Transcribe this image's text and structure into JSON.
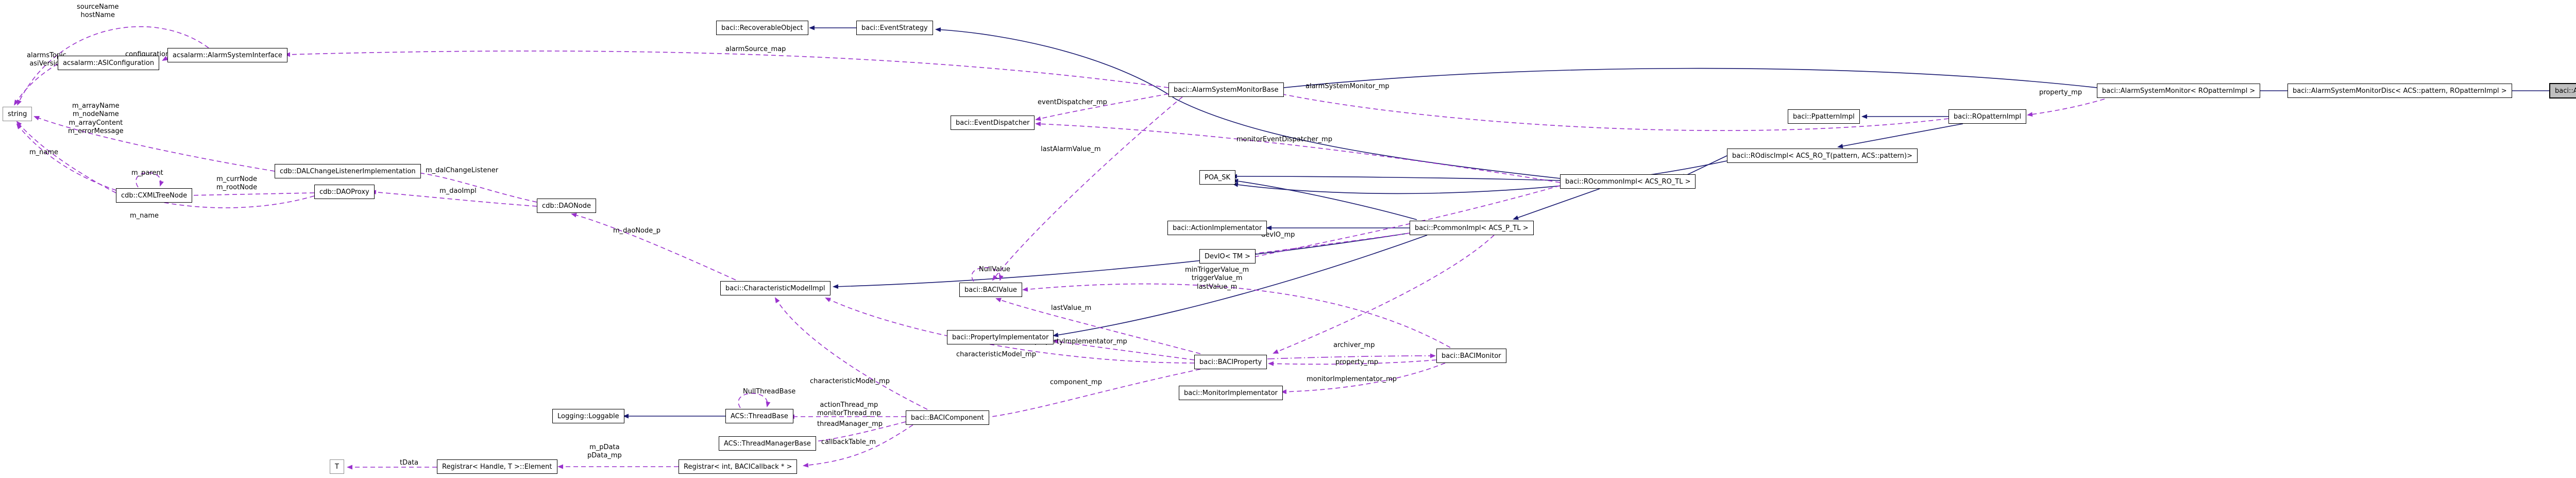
{
  "diagram": {
    "kind": "doxygen-collaboration-graph",
    "highlighted_node": "baci::AlarmSystemMonitorPattern",
    "colors": {
      "inheritance_edge": "#191970",
      "usage_edge": "#9a32cd",
      "node_border": "#000000",
      "node_background": "#ffffff",
      "highlight_background": "#bfbfbf",
      "external_node_border": "#8c8c8c",
      "text": "#000000"
    },
    "nodes": [
      {
        "label": "string",
        "kind": "external"
      },
      {
        "label": "acsalarm::ASIConfiguration",
        "kind": "class"
      },
      {
        "label": "acsalarm::AlarmSystemInterface",
        "kind": "class"
      },
      {
        "label": "baci::RecoverableObject",
        "kind": "class"
      },
      {
        "label": "baci::EventStrategy",
        "kind": "class"
      },
      {
        "label": "baci::AlarmSystemMonitorBase",
        "kind": "class"
      },
      {
        "label": "baci::EventDispatcher",
        "kind": "class"
      },
      {
        "label": "baci::PpatternImpl",
        "kind": "class"
      },
      {
        "label": "baci::ROpatternImpl",
        "kind": "class"
      },
      {
        "label": "baci::AlarmSystemMonitor< ROpatternImpl >",
        "kind": "class"
      },
      {
        "label": "baci::AlarmSystemMonitorDisc< ACS::pattern, ROpatternImpl >",
        "kind": "class"
      },
      {
        "label": "baci::AlarmSystemMonitorPattern",
        "kind": "current"
      },
      {
        "label": "cdb::DALChangeListenerImplementation",
        "kind": "class"
      },
      {
        "label": "cdb::CXMLTreeNode",
        "kind": "class"
      },
      {
        "label": "cdb::DAOProxy",
        "kind": "class"
      },
      {
        "label": "cdb::DAONode",
        "kind": "class"
      },
      {
        "label": "baci::CharacteristicModelImpl",
        "kind": "class"
      },
      {
        "label": "baci::BACIValue",
        "kind": "class"
      },
      {
        "label": "POA_SK",
        "kind": "class"
      },
      {
        "label": "baci::ROcommonImpl< ACS_RO_TL >",
        "kind": "class"
      },
      {
        "label": "baci::ROdiscImpl< ACS_RO_T(pattern, ACS::pattern)>",
        "kind": "class"
      },
      {
        "label": "baci::ActionImplementator",
        "kind": "class"
      },
      {
        "label": "baci::PcommonImpl< ACS_P_TL >",
        "kind": "class"
      },
      {
        "label": "DevIO< TM >",
        "kind": "class"
      },
      {
        "label": "baci::PropertyImplementator",
        "kind": "class"
      },
      {
        "label": "baci::BACIProperty",
        "kind": "class"
      },
      {
        "label": "baci::BACIMonitor",
        "kind": "class"
      },
      {
        "label": "baci::MonitorImplementator",
        "kind": "class"
      },
      {
        "label": "baci::BACIComponent",
        "kind": "class"
      },
      {
        "label": "ACS::ThreadBase",
        "kind": "class"
      },
      {
        "label": "Logging::Loggable",
        "kind": "class"
      },
      {
        "label": "ACS::ThreadManagerBase",
        "kind": "class"
      },
      {
        "label": "Registrar< Handle, T >::Element",
        "kind": "class"
      },
      {
        "label": "Registrar< int, BACICallback * >",
        "kind": "class"
      },
      {
        "label": "T",
        "kind": "external"
      }
    ],
    "edge_labels": [
      {
        "text": "sourceName\nhostName"
      },
      {
        "text": "alarmsTopic\nasiVersion"
      },
      {
        "text": "configuration"
      },
      {
        "text": "alarmSource_map"
      },
      {
        "text": "eventDispatcher_mp"
      },
      {
        "text": "alarmSystemMonitor_mp"
      },
      {
        "text": "monitorEventDispatcher_mp"
      },
      {
        "text": "lastAlarmValue_m"
      },
      {
        "text": "property_mp"
      },
      {
        "text": "m_dalChangeListener"
      },
      {
        "text": "m_daoImpl"
      },
      {
        "text": "m_currNode\nm_rootNode"
      },
      {
        "text": "m_parent"
      },
      {
        "text": "m_name"
      },
      {
        "text": "m_name"
      },
      {
        "text": "m_arrayName\nm_nodeName\nm_arrayContent\nm_errorMessage"
      },
      {
        "text": "m_daoNode_p"
      },
      {
        "text": "NullValue"
      },
      {
        "text": "minTriggerValue_m\ntriggerValue_m\nlastValue_m"
      },
      {
        "text": "lastValue_m"
      },
      {
        "text": "devIO_mp"
      },
      {
        "text": "propertyImplementator_mp"
      },
      {
        "text": "characteristicModel_mp"
      },
      {
        "text": "characteristicModel_mp"
      },
      {
        "text": "component_mp"
      },
      {
        "text": "archiver_mp"
      },
      {
        "text": "property_mp"
      },
      {
        "text": "monitorImplementator_mp"
      },
      {
        "text": "actionThread_mp\nmonitorThread_mp"
      },
      {
        "text": "threadManager_mp"
      },
      {
        "text": "callbackTable_m"
      },
      {
        "text": "NullThreadBase"
      },
      {
        "text": "m_pData\npData_mp"
      },
      {
        "text": "tData"
      }
    ]
  }
}
